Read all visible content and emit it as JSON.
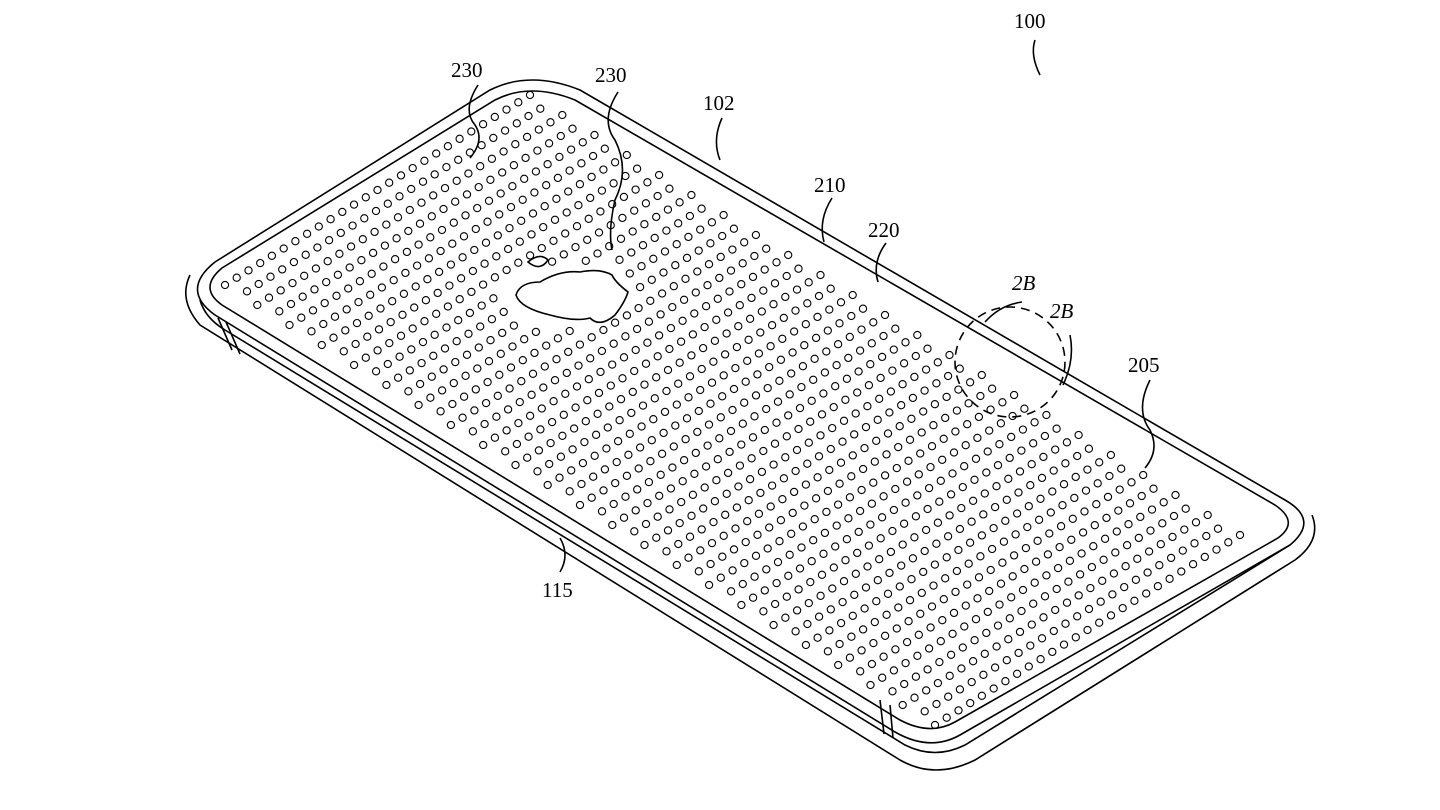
{
  "figure": {
    "device_ref": "100",
    "labels": {
      "texture_region_a": "230",
      "texture_region_b": "230",
      "back_surface": "102",
      "feature_210": "210",
      "feature_220": "220",
      "section_a": "2B",
      "section_b": "2B",
      "textured_surface": "205",
      "housing_side": "115"
    }
  },
  "colors": {
    "line": "#000000",
    "background": "#ffffff"
  }
}
